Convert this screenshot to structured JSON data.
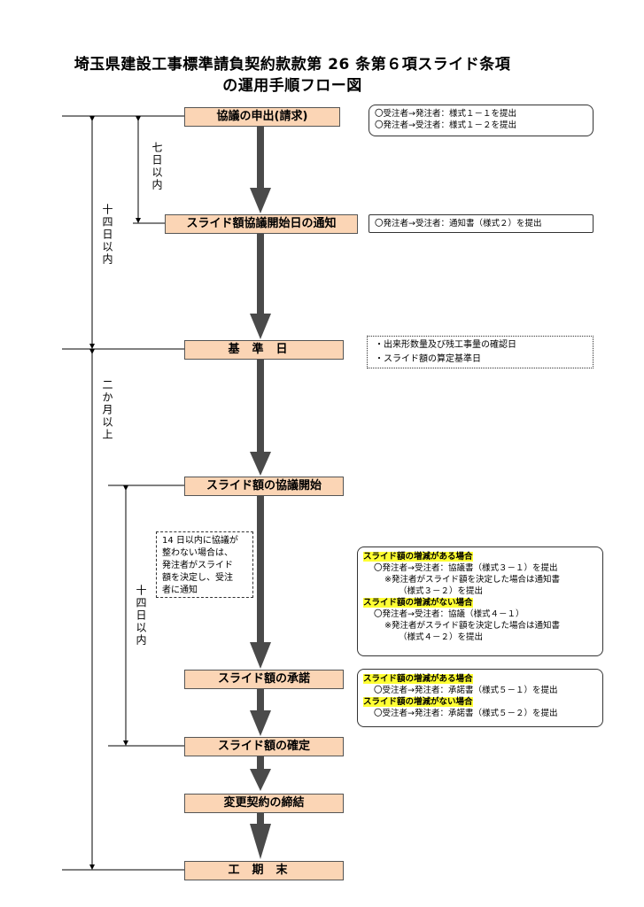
{
  "title": {
    "line1": "埼玉県建設工事標準請負契約款款第 26 条第６項スライド条項",
    "line2": "の運用手順フロー図"
  },
  "steps": {
    "request": "協議の申出(請求)",
    "notify": "スライド額協議開始日の通知",
    "base_day": "基準日",
    "consult_start": "スライド額の協議開始",
    "acceptance": "スライド額の承諾",
    "confirm": "スライド額の確定",
    "contract": "変更契約の締結",
    "end": "工期末"
  },
  "notes": {
    "request": [
      "〇受注者→発注者：様式１－１を提出",
      "〇発注者→受注者：様式１－２を提出"
    ],
    "notify": "〇発注者→受注者：通知書（様式２）を提出",
    "base_day": [
      "・出来形数量及び残工事量の確認日",
      "・スライド額の算定基準日"
    ],
    "consult_fail": [
      "14 日以内に協議が",
      "整わない場合は、",
      "発注者がスライド",
      "額を決定し、受注",
      "者に通知"
    ],
    "consult": {
      "increase_heading": "スライド額の増減がある場合",
      "increase_line1": "〇発注者→受注者：協議書（様式３－１）を提出",
      "increase_line2": "※発注者がスライド額を決定した場合は通知書",
      "increase_line3": "（様式３－２）を提出",
      "none_heading": "スライド額の増減がない場合",
      "none_line1": "〇発注者→受注者：協議（様式４－１）",
      "none_line2": "※発注者がスライド額を決定した場合は通知書",
      "none_line3": "（様式４－２）を提出"
    },
    "acceptance": {
      "increase_heading": "スライド額の増減がある場合",
      "increase_line1": "〇受注者→発注者：承諾書（様式５－１）を提出",
      "none_heading": "スライド額の増減がない場合",
      "none_line1": "〇受注者→発注者：承諾書（様式５－２）を提出"
    }
  },
  "periods": {
    "seven_days": "七日以内",
    "fourteen_days_top": "十四日以内",
    "two_months": "二か月以上",
    "fourteen_days_bottom": "十四日以内"
  },
  "colors": {
    "step_fill": "#fbd5b5",
    "arrow": "#4a4a4a",
    "highlight": "#ffff33"
  }
}
